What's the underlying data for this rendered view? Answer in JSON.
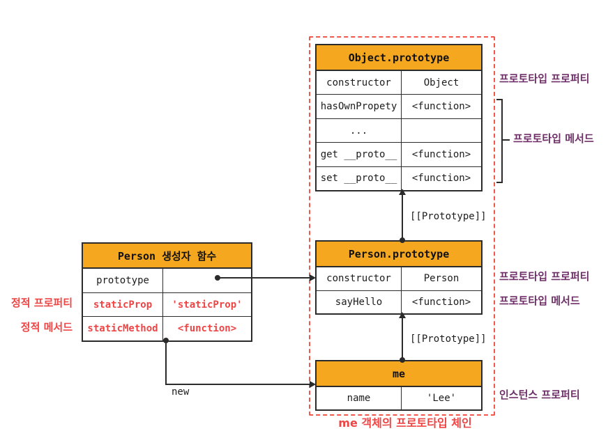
{
  "colors": {
    "header_bg": "#F5A81F",
    "accent_red": "#EE4545",
    "accent_purple": "#6E2F68",
    "dashed_border": "#F2574D",
    "line": "#2B2B2B"
  },
  "tables": {
    "object_prototype": {
      "title": "Object.prototype",
      "rows": [
        {
          "key": "constructor",
          "value": "Object"
        },
        {
          "key": "hasOwnPropety",
          "value": "<function>"
        },
        {
          "key": "...",
          "value": ""
        },
        {
          "key": "get __proto__",
          "value": "<function>"
        },
        {
          "key": "set __proto__",
          "value": "<function>"
        }
      ]
    },
    "person_prototype": {
      "title": "Person.prototype",
      "rows": [
        {
          "key": "constructor",
          "value": "Person"
        },
        {
          "key": "sayHello",
          "value": "<function>"
        }
      ]
    },
    "me": {
      "title": "me",
      "rows": [
        {
          "key": "name",
          "value": "'Lee'"
        }
      ]
    },
    "person_constructor": {
      "title": "Person 생성자 함수",
      "rows": [
        {
          "key": "prototype",
          "value": ""
        },
        {
          "key": "staticProp",
          "value": "'staticProp'"
        },
        {
          "key": "staticMethod",
          "value": "<function>"
        }
      ]
    }
  },
  "labels": {
    "prototype_property_object": "프로토타입 프로퍼티",
    "prototype_method_object": "프로토타입 메서드",
    "prototype_property_person": "프로토타입 프로퍼티",
    "prototype_method_person": "프로토타입 메서드",
    "instance_property": "인스턴스 프로퍼티",
    "static_property": "정적 프로퍼티",
    "static_method": "정적 메서드",
    "prototype_link_upper": "[[Prototype]]",
    "prototype_link_lower": "[[Prototype]]",
    "new_keyword": "new",
    "caption": "me 객체의 프로토타입 체인"
  }
}
